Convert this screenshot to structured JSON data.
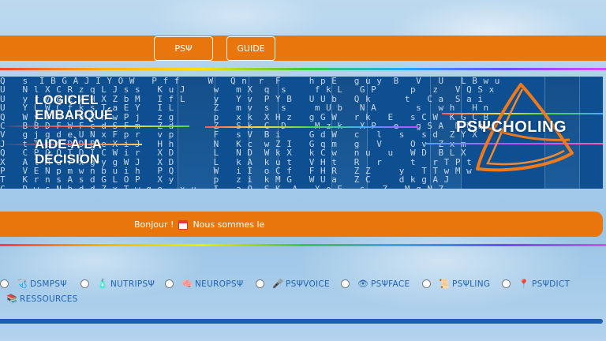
{
  "nav": {
    "psy_label": "PSΨ",
    "guide_label": "GUIDE"
  },
  "banner": {
    "line1": "LOGICIEL",
    "line2": "EMBARQUÉ",
    "line3": "AIDE À LA",
    "line4": "DÉCISION",
    "logo": "PSΨCHOLING",
    "matrix_rows": [
      "Q   s  I B G A J I Y O W   P f f     W   Q n  r  F     h p E   g u y  B   V   U   L B w u",
      "U   N l X C R z q L J s s   K u J     w   m X  q  s     f k L   G P      p   z   V Q S x",
      "U   y r V e E w H X Z b M   I f L     y   Y v  P Y B   U U b   Q k      t   C a  S a i",
      "U   Y L W C f k s T a E Y   I L       Z   m v  s  s     m U b   N A       s   w h   H n",
      "Q   W y Y w r a X h w P j   z g       p   x k  X H z   g G W   r k   E   s C W  K G C B",
      "C   B B D F W F c d S F m   Z d       Z   S k  C  D     M z k   X P   e   g S A  M U q",
      "V   g j g d e U N x F p r   v p       F   s V  B i     G d W   c   l   s   s d  Z Y X",
      "J   t T t t D D B e X i J   H h       N   K c  w Z I   G q m   g   V     O v  Z x m",
      "Q   C P O Q T D I C W i r   X D       L   N D  W k X   k C w   n u   u   W D  B L X",
      "X   A l M u r x g y g W J   X D       L   k A  k u t   V H t   R   r     t   r T P t",
      "P   V E N p m w n b u i h   P Q       W   i I  o C f   F H R   Z Z     y   T T w M w",
      "T   K r n s A s d G L O P   X y       p   z i  k M G   W U a   Z C     d k g A J",
      "C   D w s N b d d Z x T w q o   x u   I   a Q  S K  A   X o E   s   Z   M g N Z"
    ]
  },
  "greeting": {
    "hello": "Bonjour !",
    "text": "Nous sommes le"
  },
  "modules": [
    {
      "label": "DSMPSΨ",
      "icon": "brain-stethoscope-icon"
    },
    {
      "label": "NUTRIPSΨ",
      "icon": "bottle-icon"
    },
    {
      "label": "NEUROPSΨ",
      "icon": "brain-icon"
    },
    {
      "label": "PSΨVOICE",
      "icon": "microphone-icon"
    },
    {
      "label": "PSΨFACE",
      "icon": "eye-icon"
    },
    {
      "label": "PSΨLING",
      "icon": "scroll-icon"
    },
    {
      "label": "PSΨDICT",
      "icon": "pin-icon"
    },
    {
      "label": "RESSOURCES",
      "icon": "books-icon"
    }
  ],
  "colors": {
    "orange": "#e8760d",
    "banner_blue": "#0d4f91",
    "link_blue": "#1e63b4"
  }
}
